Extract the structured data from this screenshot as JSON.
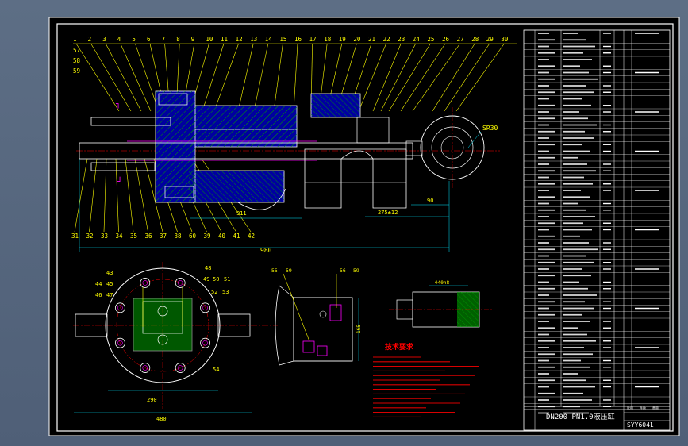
{
  "drawing": {
    "title": "DN200 PN1.0液压缸",
    "drawing_no": "SYY6041",
    "notes_title": "技术要求",
    "colors": {
      "background": "#000000",
      "frame": "#ffffff",
      "outline": "#ffffff",
      "leader": "#ffff00",
      "hatch": "#00a000",
      "section_fill": "#0000a0",
      "center_line": "#ff0000",
      "dimension": "#00e5ff",
      "solid": "#ff00ff",
      "notes": "#ff0000"
    }
  },
  "balloons_top": [
    "1",
    "2",
    "3",
    "4",
    "5",
    "6",
    "7",
    "8",
    "9",
    "10",
    "11",
    "12",
    "13",
    "14",
    "15",
    "16",
    "17",
    "18",
    "19",
    "20",
    "21",
    "22",
    "23",
    "24",
    "25",
    "26",
    "27",
    "28",
    "29",
    "30"
  ],
  "balloons_left": [
    "57",
    "58",
    "59"
  ],
  "balloons_bottom": [
    "31",
    "32",
    "33",
    "34",
    "35",
    "36",
    "37",
    "38",
    "60",
    "39",
    "40",
    "41",
    "42"
  ],
  "end_view_balloons": [
    "43",
    "44",
    "45",
    "46",
    "47",
    "48",
    "49",
    "50",
    "51",
    "52",
    "53",
    "54"
  ],
  "side_view_balloons": [
    "55",
    "59",
    "56",
    "59"
  ],
  "dimensions": {
    "sphere": "SR30",
    "len_911": "911",
    "len_90": "90",
    "len_275": "275±12",
    "len_980": "980",
    "width_290": "290",
    "width_480": "480",
    "detail": "Φ40h8",
    "side_height": "165"
  },
  "bom_footer": {
    "label_a": "比例",
    "label_b": "件数",
    "label_c": "重量"
  }
}
